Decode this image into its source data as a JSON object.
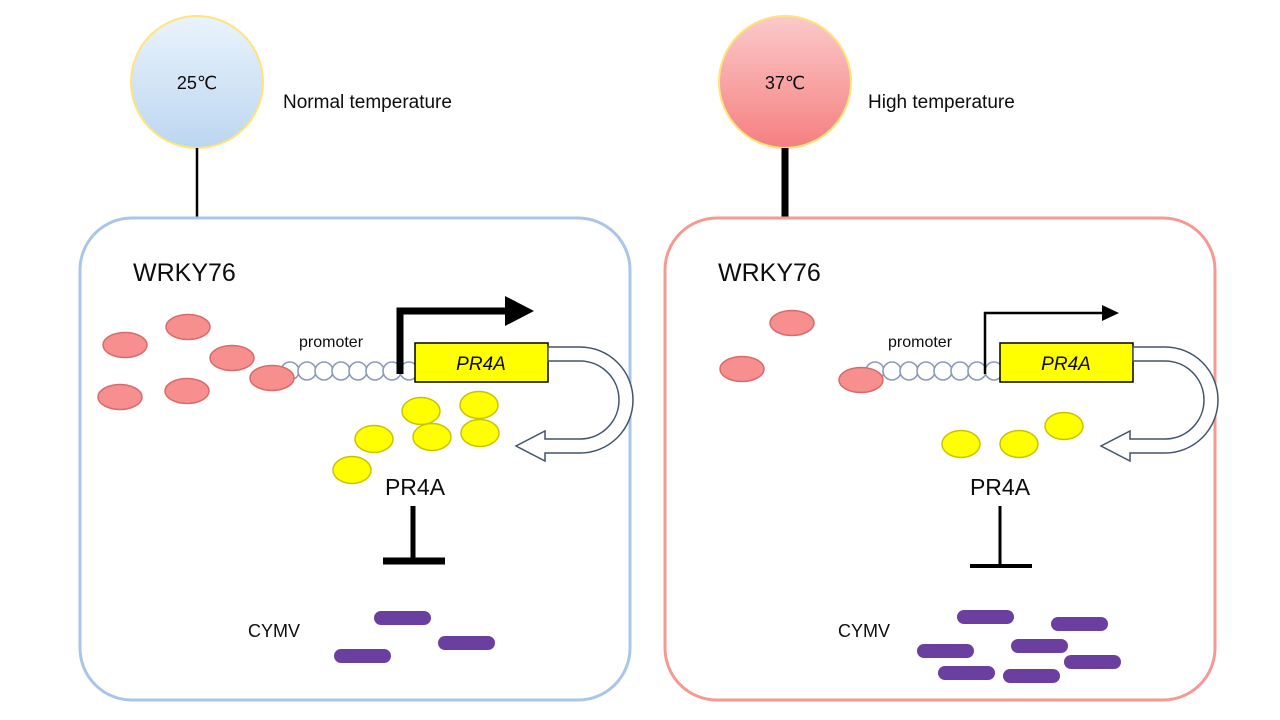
{
  "colors": {
    "left_cell_border": "#a9c6e8",
    "right_cell_border": "#f59a93",
    "circle_border": "#ffe477",
    "cool_top": "#eaf3fc",
    "cool_bottom": "#bcd6f0",
    "warm_top": "#fbcaca",
    "warm_bottom": "#f57f7f",
    "wrky76_fill": "#f78f8f",
    "wrky76_stroke": "#d96a6a",
    "pr4a_fill": "#ffff00",
    "pr4a_stroke": "#c9c400",
    "gene_box_fill": "#ffff00",
    "virus_fill": "#6b3fa0"
  },
  "left_panel": {
    "temperature": "25℃",
    "condition": "Normal temperature",
    "tf": "WRKY76",
    "promoter": "promoter",
    "gene": "PR4A",
    "protein": "PR4A",
    "virus": "CYMV",
    "wrky76_molecule_count": 6,
    "pr4a_molecule_count": 6,
    "virus_particle_count": 3
  },
  "right_panel": {
    "temperature": "37℃",
    "condition": "High temperature",
    "tf": "WRKY76",
    "promoter": "promoter",
    "gene": "PR4A",
    "protein": "PR4A",
    "virus": "CYMV",
    "wrky76_molecule_count": 3,
    "pr4a_molecule_count": 3,
    "virus_particle_count": 7
  }
}
